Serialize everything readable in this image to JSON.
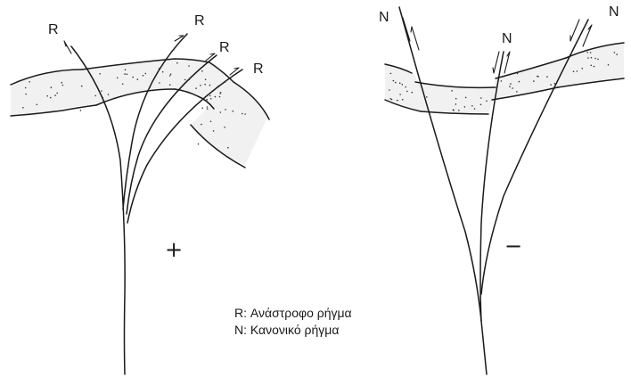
{
  "left_structure": {
    "labels": [
      "R",
      "R",
      "R",
      "R"
    ],
    "sign": "+"
  },
  "right_structure": {
    "labels": [
      "N",
      "N",
      "N"
    ],
    "sign": "−"
  },
  "legend": {
    "reverse": "R: Ανάστροφο ρήγμα",
    "normal": "N: Κανονικό ρήγμα"
  }
}
